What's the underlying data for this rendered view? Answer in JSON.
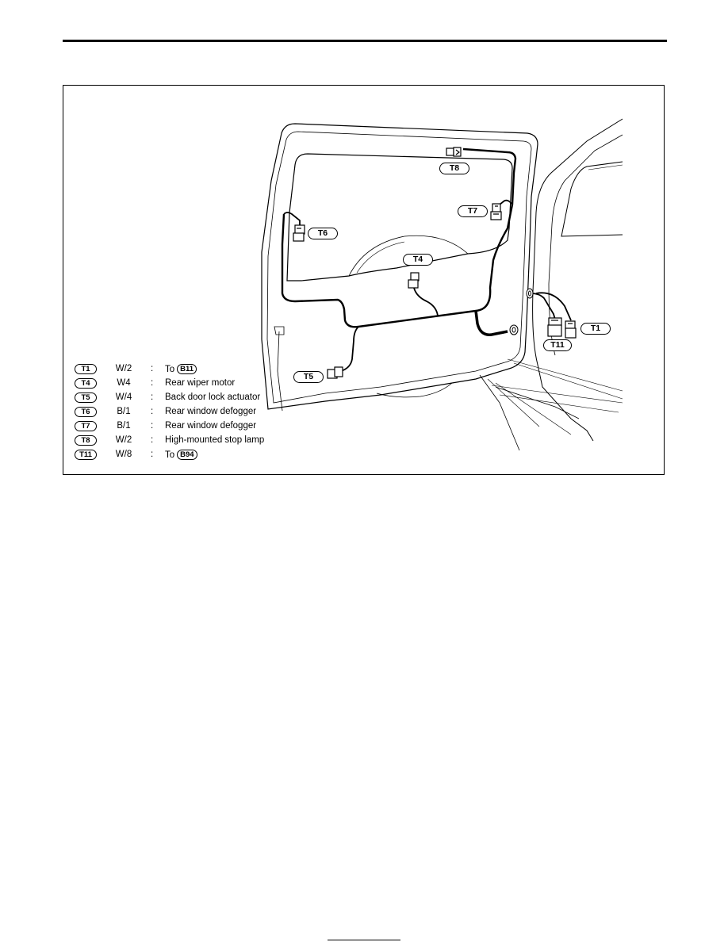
{
  "diagram": {
    "callouts": {
      "t1": "T1",
      "t4": "T4",
      "t5": "T5",
      "t6": "T6",
      "t7": "T7",
      "t8": "T8",
      "t11": "T11"
    },
    "legend": [
      {
        "code": "T1",
        "wire": "W/2",
        "colon": ":",
        "desc": "To",
        "ref": "B11"
      },
      {
        "code": "T4",
        "wire": "W4",
        "colon": ":",
        "desc": "Rear wiper motor",
        "ref": ""
      },
      {
        "code": "T5",
        "wire": "W/4",
        "colon": ":",
        "desc": "Back door lock actuator",
        "ref": ""
      },
      {
        "code": "T6",
        "wire": "B/1",
        "colon": ":",
        "desc": "Rear window defogger",
        "ref": ""
      },
      {
        "code": "T7",
        "wire": "B/1",
        "colon": ":",
        "desc": "Rear window defogger",
        "ref": ""
      },
      {
        "code": "T8",
        "wire": "W/2",
        "colon": ":",
        "desc": "High-mounted stop lamp",
        "ref": ""
      },
      {
        "code": "T11",
        "wire": "W/8",
        "colon": ":",
        "desc": "To",
        "ref": "B94"
      }
    ]
  }
}
